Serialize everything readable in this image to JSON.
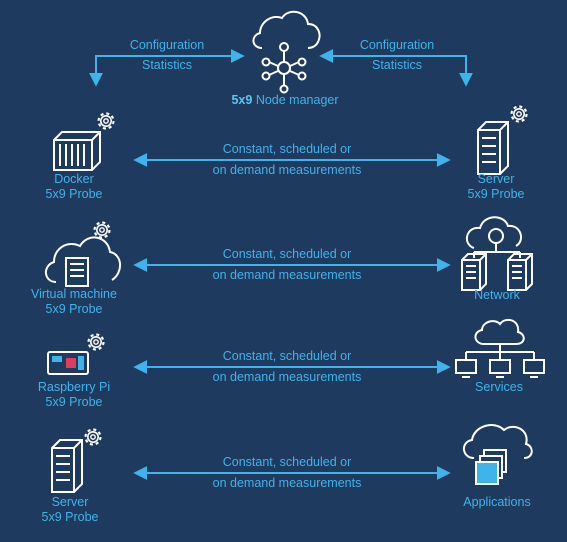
{
  "manager": {
    "brand": "5x9",
    "label": "Node manager"
  },
  "config_left": {
    "line1": "Configuration",
    "line2": "Statistics"
  },
  "config_right": {
    "line1": "Configuration",
    "line2": "Statistics"
  },
  "probes": [
    {
      "title": "Docker",
      "sub": "5x9 Probe",
      "icon": "docker-container-icon"
    },
    {
      "title": "Virtual machine",
      "sub": "5x9 Probe",
      "icon": "cloud-server-icon"
    },
    {
      "title": "Raspberry Pi",
      "sub": "5x9 Probe",
      "icon": "raspberry-pi-board-icon"
    },
    {
      "title": "Server",
      "sub": "5x9 Probe",
      "icon": "server-icon"
    }
  ],
  "targets": [
    {
      "title": "Server",
      "sub": "5x9 Probe",
      "icon": "server-icon"
    },
    {
      "title": "Network",
      "sub": "",
      "icon": "network-icon"
    },
    {
      "title": "Services",
      "sub": "",
      "icon": "services-icon"
    },
    {
      "title": "Applications",
      "sub": "",
      "icon": "applications-icon"
    }
  ],
  "connections": [
    {
      "line1": "Constant, scheduled or",
      "line2": "on demand measurements"
    },
    {
      "line1": "Constant, scheduled or",
      "line2": "on demand measurements"
    },
    {
      "line1": "Constant, scheduled or",
      "line2": "on demand measurements"
    },
    {
      "line1": "Constant, scheduled or",
      "line2": "on demand measurements"
    }
  ],
  "colors": {
    "background": "#1f3a5f",
    "line": "#3fb4ea",
    "icon": "#ffffff"
  }
}
